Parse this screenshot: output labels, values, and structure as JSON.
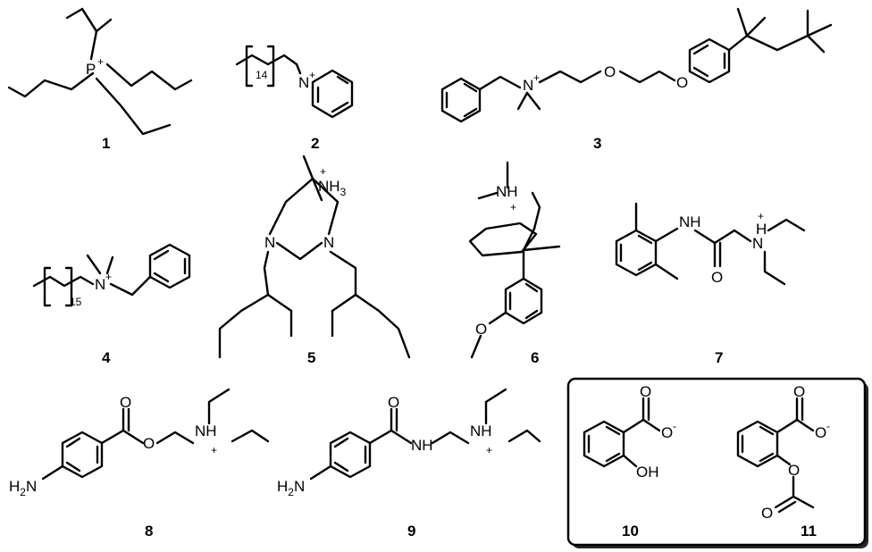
{
  "labels": {
    "c1": "1",
    "c2": "2",
    "c3": "3",
    "c4": "4",
    "c5": "5",
    "c6": "6",
    "c7": "7",
    "c8": "8",
    "c9": "9",
    "c10": "10",
    "c11": "11"
  },
  "repeat_counts": {
    "c2": "14",
    "c4": "15"
  },
  "atoms": {
    "P": "P",
    "N": "N",
    "O": "O",
    "NH": "NH",
    "NH3": "NH",
    "H": "H",
    "H2N": "H",
    "OH": "OH",
    "plus": "+",
    "minus": "-",
    "sub2": "2",
    "sub3": "3",
    "H2N_N": "N"
  }
}
